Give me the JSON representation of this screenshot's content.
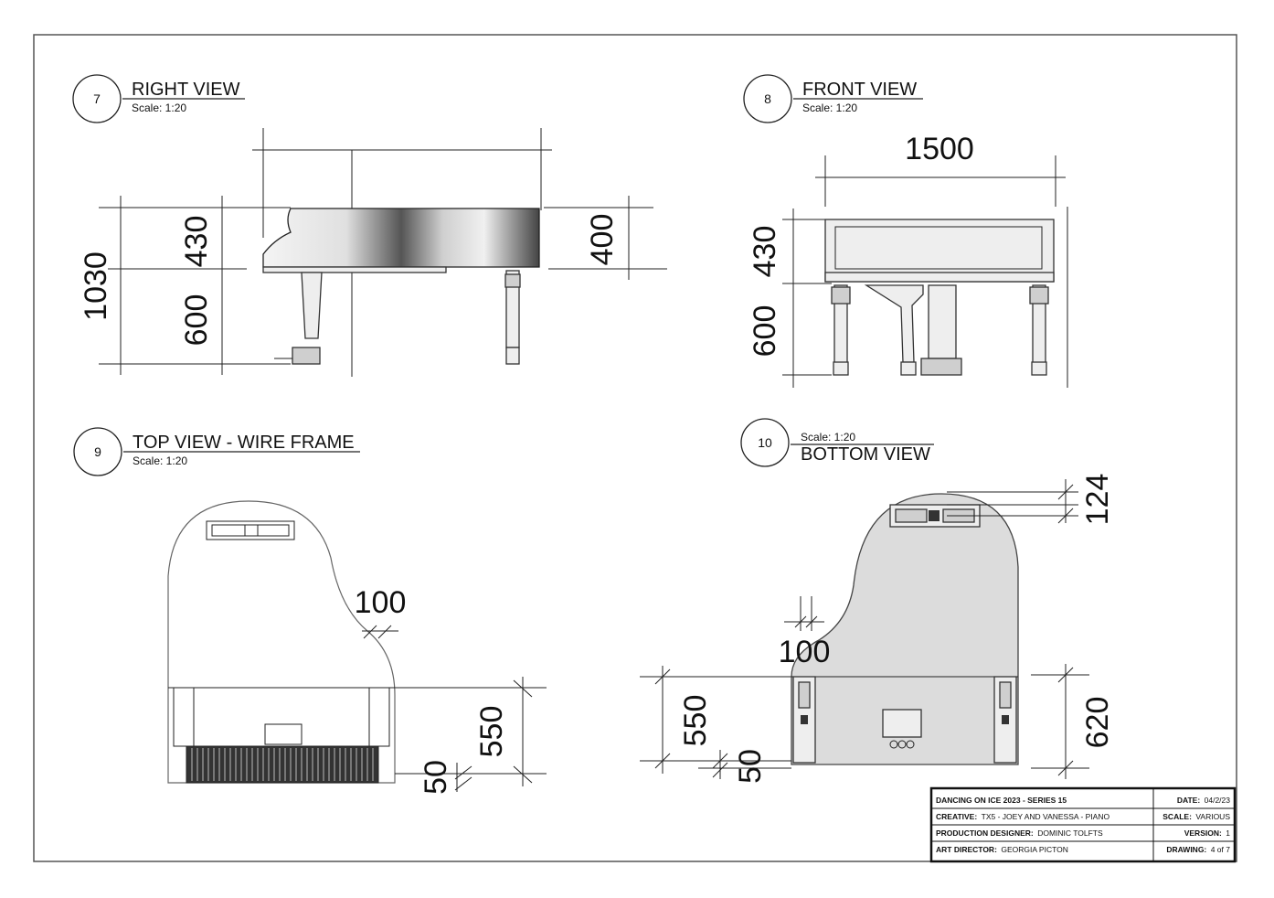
{
  "views": [
    {
      "number": "7",
      "title": "RIGHT VIEW",
      "scale": "Scale: 1:20"
    },
    {
      "number": "8",
      "title": "FRONT VIEW",
      "scale": "Scale: 1:20"
    },
    {
      "number": "9",
      "title": "TOP VIEW - WIRE FRAME",
      "scale": "Scale: 1:20"
    },
    {
      "number": "10",
      "title": "BOTTOM VIEW",
      "scale": "Scale: 1:20"
    }
  ],
  "dimensions": {
    "right": {
      "total": "1030",
      "top": "430",
      "bottom": "600",
      "right": "400"
    },
    "front": {
      "width": "1500",
      "top": "430",
      "bottom": "600"
    },
    "top": {
      "inner": "100",
      "depth": "550",
      "offset": "50"
    },
    "bottom": {
      "top": "124",
      "inner": "100",
      "depth": "550",
      "offset": "50",
      "right": "620"
    }
  },
  "title_block": {
    "project": "DANCING ON ICE 2023 - SERIES 15",
    "creative_label": "CREATIVE:",
    "creative_value": "TX5 - JOEY AND VANESSA - PIANO",
    "designer_label": "PRODUCTION DESIGNER:",
    "designer_value": "DOMINIC TOLFTS",
    "art_label": "ART DIRECTOR:",
    "art_value": "GEORGIA PICTON",
    "date_label": "DATE:",
    "date_value": "04/2/23",
    "scale_label": "SCALE:",
    "scale_value": "VARIOUS",
    "version_label": "VERSION:",
    "version_value": "1",
    "drawing_label": "DRAWING:",
    "drawing_value": "4 of 7"
  }
}
